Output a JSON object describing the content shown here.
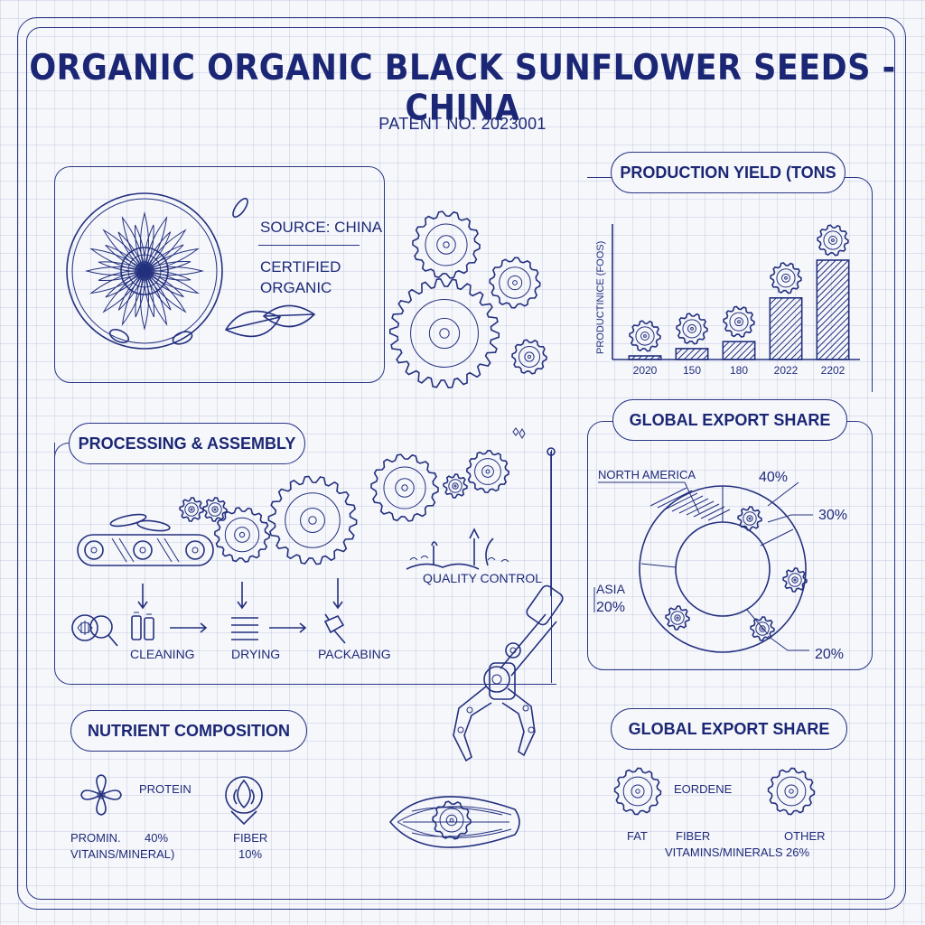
{
  "header": {
    "title": "ORGANIC ORGANIC BLACK SUNFLOWER SEEDS - CHINA",
    "patent": "PATENT NO. 2023001"
  },
  "source_panel": {
    "source": "SOURCE: CHINA",
    "certified_line1": "CERTIFIED",
    "certified_line2": "ORGANIC"
  },
  "production_panel": {
    "heading": "PRODUCTION YIELD (TONS",
    "ylabel": "PRODUCTINICE (FOOS)",
    "bar_labels": [
      "2020",
      "150",
      "180",
      "2022",
      "2202"
    ]
  },
  "processing_panel": {
    "heading": "PROCESSING & ASSEMBLY",
    "quality_control": "QUALITY CONTROL",
    "steps": [
      "CLEANING",
      "DRYING",
      "PACKABING"
    ]
  },
  "export_panel_1": {
    "heading": "GLOBAL EXPORT SHARE",
    "north_america": "NORTH AMERICA",
    "asia": "ASIA",
    "values": [
      "40%",
      "30%",
      "20%",
      "20%"
    ]
  },
  "nutrient_panel": {
    "heading": "NUTRIENT COMPOSITION",
    "protein": "PROTEIN",
    "prominl": "PROMIN.",
    "prominl_value": "40%",
    "vitamins_minerals": "VITAINS/MINERAL)",
    "fiber": "FIBER",
    "fiber_value": "10%"
  },
  "export_panel_2": {
    "heading": "GLOBAL EXPORT SHARE",
    "eordene": "EORDENE",
    "fat": "FAT",
    "fiber": "FIBER",
    "vitamins_minerals": "VITAMINS/MINERALS",
    "other": "OTHER",
    "other_value": "26%"
  },
  "chart_data": {
    "type": "bar",
    "title": "PRODUCTION YIELD (TONS",
    "ylabel": "PRODUCTINICE (FOOS)",
    "categories": [
      "2020",
      "150",
      "180",
      "2022",
      "2202"
    ],
    "values": [
      3,
      11,
      18,
      62,
      100
    ]
  },
  "colors": {
    "ink": "#1e2a78",
    "paper": "#f6f7fb",
    "grid": "#c9cee6"
  }
}
